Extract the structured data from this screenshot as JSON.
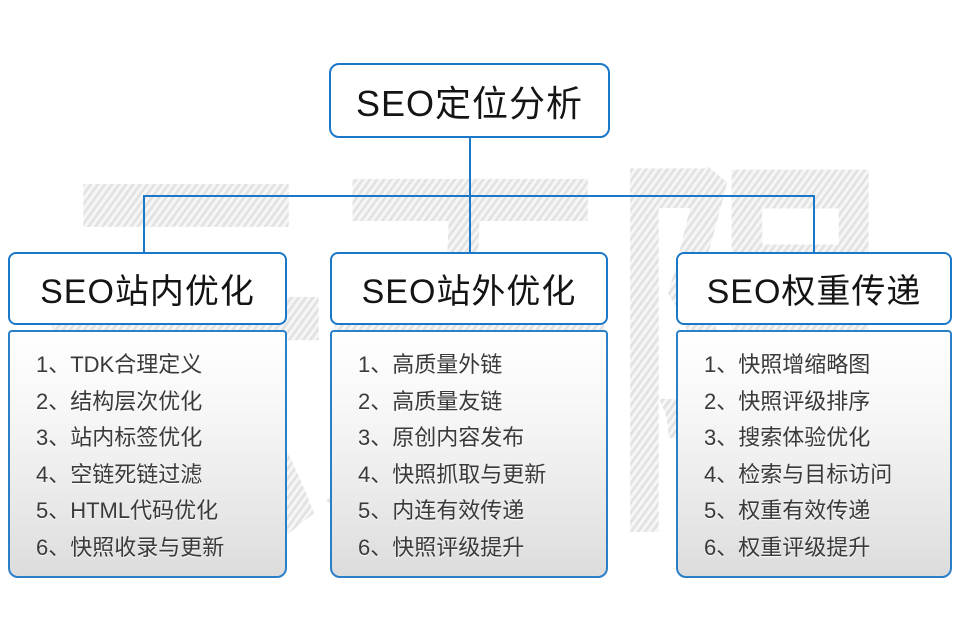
{
  "diagram": {
    "root": {
      "title": "SEO定位分析"
    },
    "branches": [
      {
        "title": "SEO站内优化",
        "items": [
          "1、TDK合理定义",
          "2、结构层次优化",
          "3、站内标签优化",
          "4、空链死链过滤",
          "5、HTML代码优化",
          "6、快照收录与更新"
        ]
      },
      {
        "title": "SEO站外优化",
        "items": [
          "1、高质量外链",
          "2、高质量友链",
          "3、原创内容发布",
          "4、快照抓取与更新",
          "5、内连有效传递",
          "6、快照评级提升"
        ]
      },
      {
        "title": "SEO权重传递",
        "items": [
          "1、快照增缩略图",
          "2、快照评级排序",
          "3、搜索体验优化",
          "4、检索与目标访问",
          "5、权重有效传递",
          "6、权重评级提升"
        ]
      }
    ]
  },
  "watermark": {
    "text": "云无限"
  },
  "colors": {
    "accent_blue": "#1b78c8",
    "panel_gradient_top": "#ffffff",
    "panel_gradient_bottom": "#dcdcdc",
    "list_text": "#3a3a3a",
    "watermark_hatch": "#e2e2e2"
  }
}
